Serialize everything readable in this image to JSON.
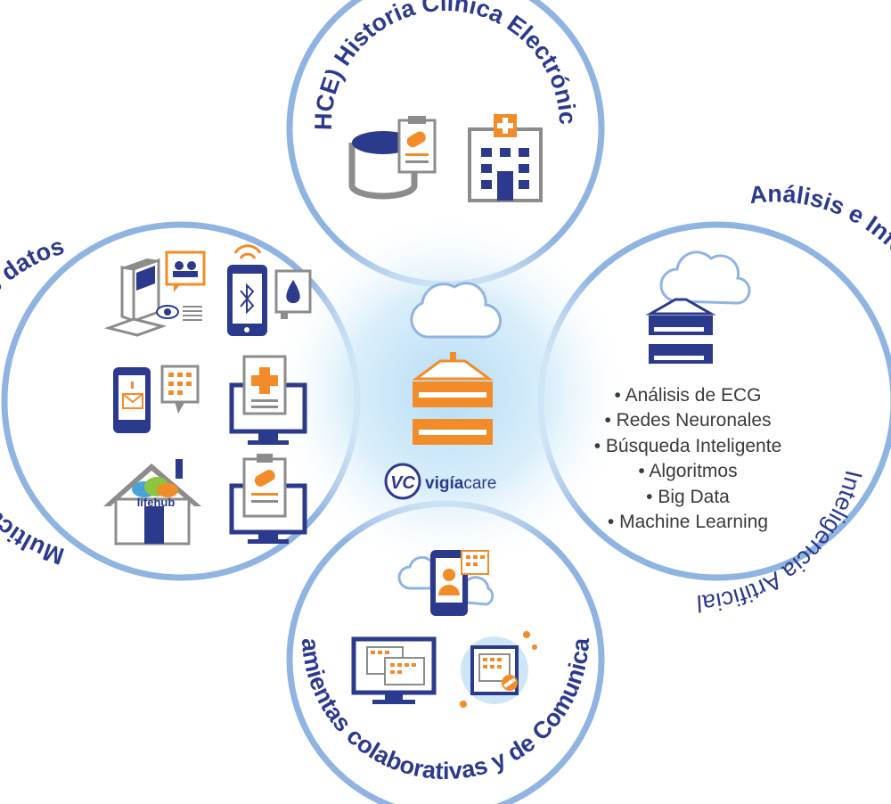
{
  "circles": {
    "top": {
      "title": "(HCE) Historia Clínica Electrónica"
    },
    "left": {
      "title": "Multicanalidad en entrada de datos"
    },
    "right": {
      "title_upper": "Análisis e Informes mediante (I.A.)",
      "title_lower": "Inteligencia Artificial",
      "items": [
        "Análisis de ECG",
        "Redes Neuronales",
        "Búsqueda Inteligente",
        "Algoritmos",
        "Big Data",
        "Machine Learning"
      ]
    },
    "bottom": {
      "title": "Herramientas colaborativas y de Comunicación"
    }
  },
  "center": {
    "brand_bold": "vigía",
    "brand_light": "care",
    "logo_letters": "VC"
  },
  "lifehub_label": "lifehub",
  "colors": {
    "navy": "#2b3a8c",
    "orange": "#f28c28",
    "circle_stroke": "#8fb4e2",
    "glow": "#bfe0f7",
    "grey": "#8c8c8c"
  },
  "icons": [
    "database-clipboard-icon",
    "hospital-icon",
    "kiosk-icon",
    "video-chat-icon",
    "eye-icon",
    "phone-bluetooth-icon",
    "blood-drop-icon",
    "phone-mail-icon",
    "chat-bubble-icon",
    "monitor-medical-icon",
    "house-lifehub-icon",
    "monitor-clipboard-icon",
    "cloud-server-icon",
    "phone-user-icon",
    "monitor-chat-icon",
    "tablet-chat-icon"
  ]
}
